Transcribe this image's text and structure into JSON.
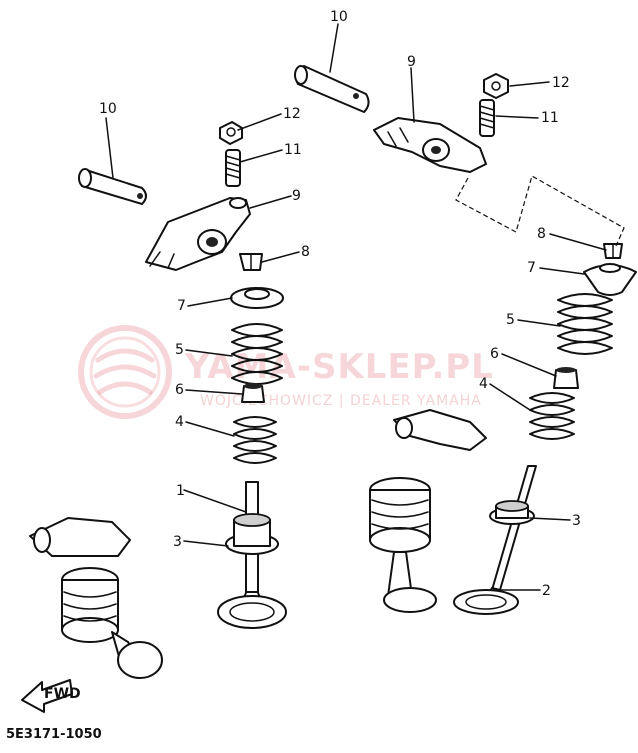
{
  "diagram": {
    "part_code": "5E3171-1050",
    "arrow_label": "FWD",
    "watermark": {
      "title": "YAMA-SKLEP.PL",
      "subtitle": "WOJCIECHOWICZ | DEALER YAMAHA"
    },
    "callouts": {
      "c10a": "10",
      "c9a": "9",
      "c12a": "12",
      "c11a": "11",
      "c10b": "10",
      "c12b": "12",
      "c11b": "11",
      "c9b": "9",
      "c8a": "8",
      "c8b": "8",
      "c7b": "7",
      "c5b": "5",
      "c6b": "6",
      "c4b": "4",
      "c7a": "7",
      "c5a": "5",
      "c6a": "6",
      "c4a": "4",
      "c1": "1",
      "c3a": "3",
      "c3b": "3",
      "c2": "2"
    }
  }
}
